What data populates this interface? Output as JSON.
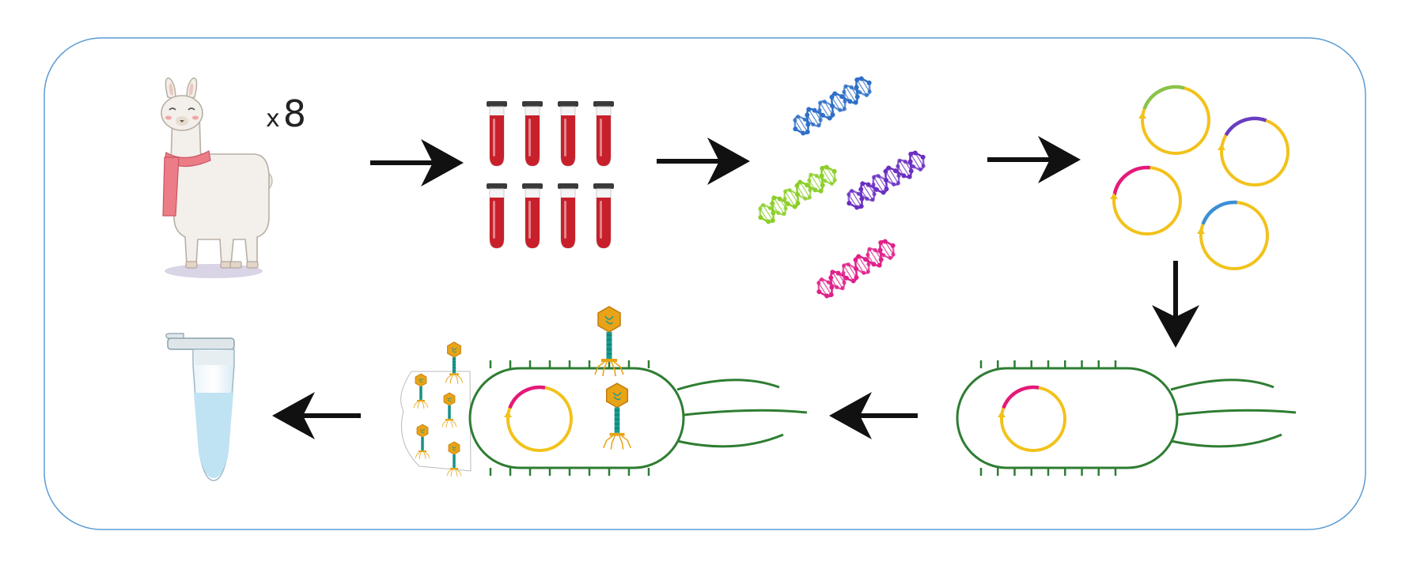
{
  "colors": {
    "frame_stroke": "#5b9bd5",
    "arrow": "#111111",
    "blood": "#c8202b",
    "tube_cap": "#3a3a3a",
    "bacterium": "#2e7d32",
    "plasmid_backbone": "#f2c21b",
    "insert_magenta": "#e4197a",
    "insert_green": "#8bc34a",
    "insert_purple": "#6a3cc1",
    "insert_blue": "#3b8fd6",
    "dna_blue": "#2f6fc7",
    "dna_green": "#8ccf2a",
    "dna_purple": "#6a2fc1",
    "dna_pink": "#e0208a",
    "phage_head": "#e8a317",
    "phage_tail": "#1a9a8f",
    "eppendorf_liquid": "#bfe3f3"
  },
  "steps": [
    {
      "name": "llama-immunization",
      "icon": "llama-icon",
      "label_prefix": "x",
      "label_count": "8"
    },
    {
      "name": "blood-samples",
      "icon": "blood-tube-icon",
      "tube_count": 8
    },
    {
      "name": "gene-amplification",
      "icon": "dna-helix-icon",
      "strand_count": 4
    },
    {
      "name": "plasmid-library",
      "icon": "plasmid-icon",
      "plasmid_count": 4
    },
    {
      "name": "bacterial-transformation",
      "icon": "bacterium-icon"
    },
    {
      "name": "phage-display",
      "icon": "phage-icon"
    },
    {
      "name": "purified-product",
      "icon": "eppendorf-tube-icon"
    }
  ],
  "flow": [
    "right",
    "right",
    "right",
    "down",
    "left",
    "left"
  ]
}
